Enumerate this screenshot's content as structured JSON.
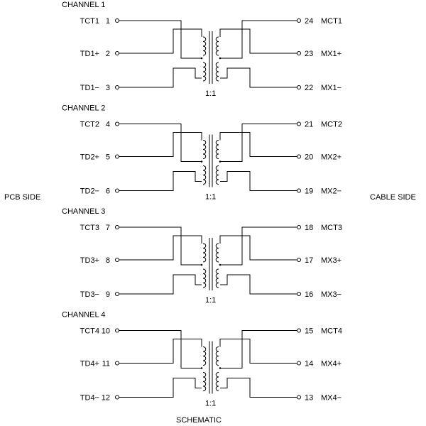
{
  "diagram": {
    "side_left": "PCB SIDE",
    "side_right": "CABLE SIDE",
    "footer": "SCHEMATIC",
    "channels": [
      {
        "title": "CHANNEL 1",
        "ratio": "1:1",
        "left": [
          {
            "name": "TCT1",
            "num": "1"
          },
          {
            "name": "TD1+",
            "num": "2"
          },
          {
            "name": "TD1−",
            "num": "3"
          }
        ],
        "right": [
          {
            "num": "24",
            "name": "MCT1"
          },
          {
            "num": "23",
            "name": "MX1+"
          },
          {
            "num": "22",
            "name": "MX1−"
          }
        ]
      },
      {
        "title": "CHANNEL 2",
        "ratio": "1:1",
        "left": [
          {
            "name": "TCT2",
            "num": "4"
          },
          {
            "name": "TD2+",
            "num": "5"
          },
          {
            "name": "TD2−",
            "num": "6"
          }
        ],
        "right": [
          {
            "num": "21",
            "name": "MCT2"
          },
          {
            "num": "20",
            "name": "MX2+"
          },
          {
            "num": "19",
            "name": "MX2−"
          }
        ]
      },
      {
        "title": "CHANNEL 3",
        "ratio": "1:1",
        "left": [
          {
            "name": "TCT3",
            "num": "7"
          },
          {
            "name": "TD3+",
            "num": "8"
          },
          {
            "name": "TD3−",
            "num": "9"
          }
        ],
        "right": [
          {
            "num": "18",
            "name": "MCT3"
          },
          {
            "num": "17",
            "name": "MX3+"
          },
          {
            "num": "16",
            "name": "MX3−"
          }
        ]
      },
      {
        "title": "CHANNEL 4",
        "ratio": "1:1",
        "left": [
          {
            "name": "TCT4",
            "num": "10"
          },
          {
            "name": "TD4+",
            "num": "11"
          },
          {
            "name": "TD4−",
            "num": "12"
          }
        ],
        "right": [
          {
            "num": "15",
            "name": "MCT4"
          },
          {
            "num": "14",
            "name": "MX4+"
          },
          {
            "num": "13",
            "name": "MX4−"
          }
        ]
      }
    ]
  }
}
